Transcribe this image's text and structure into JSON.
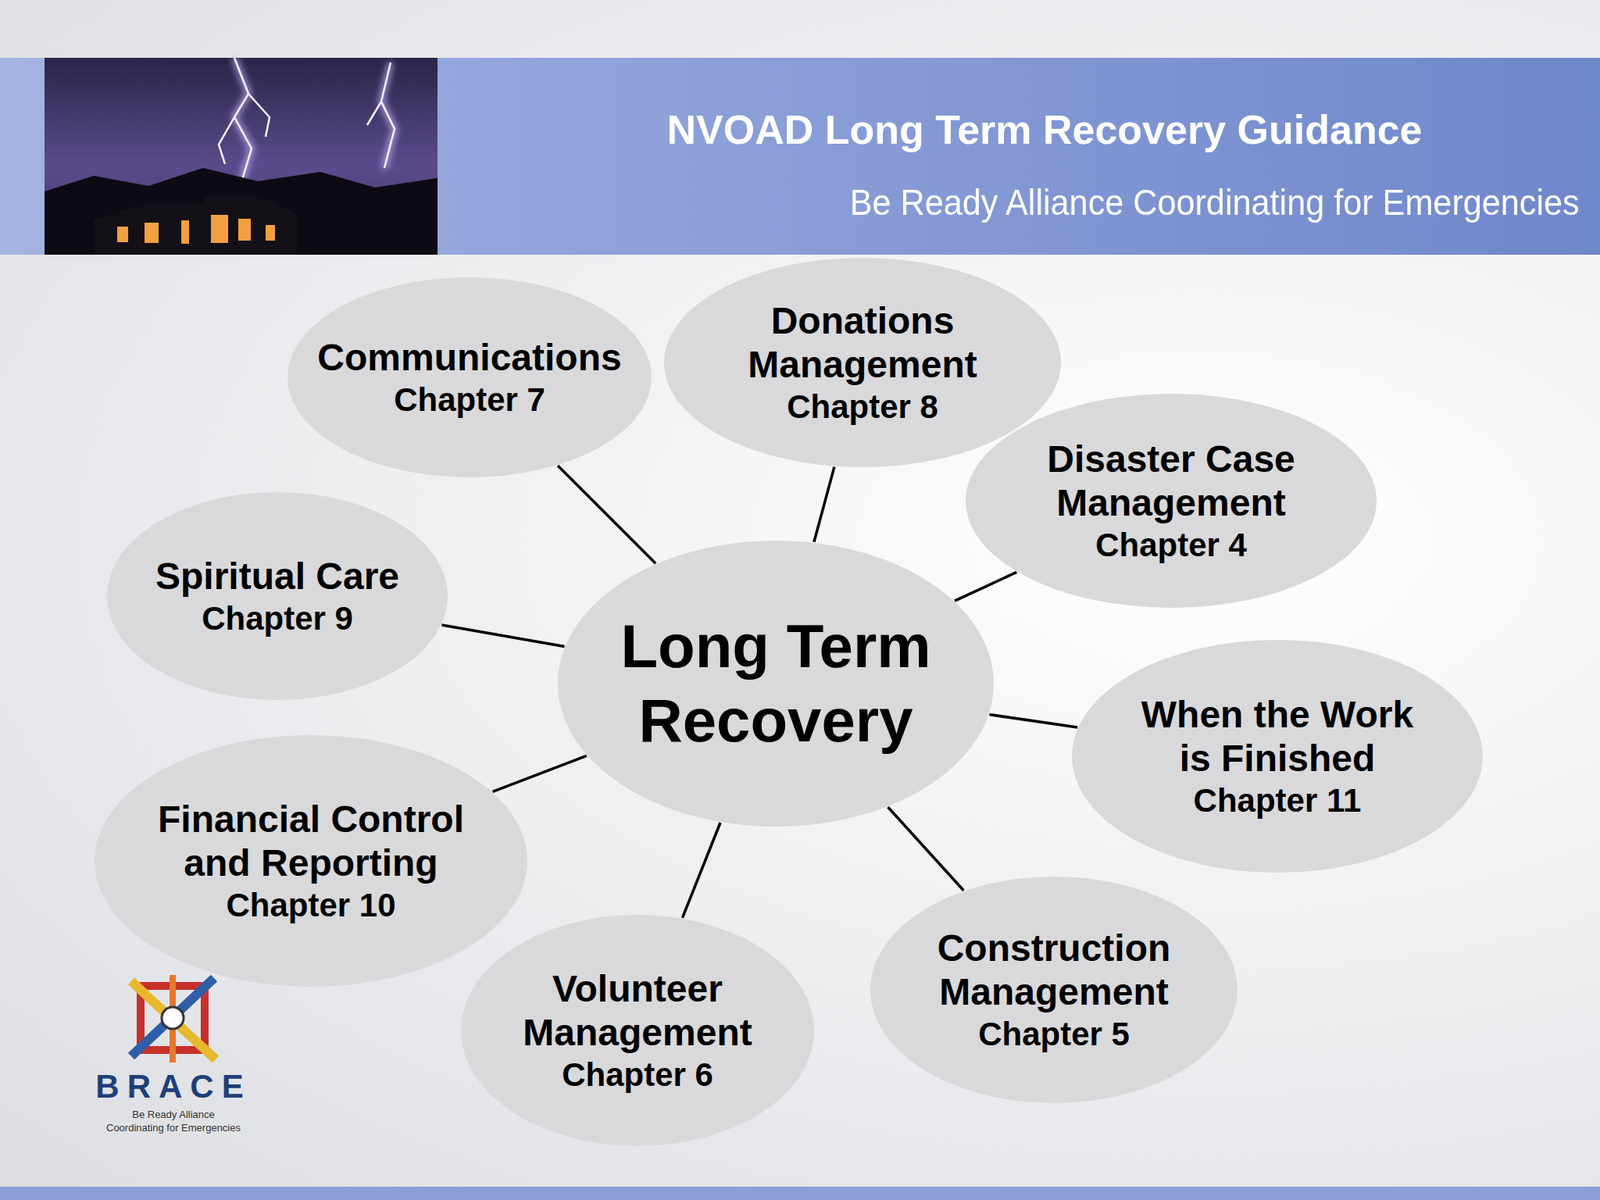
{
  "diagram": {
    "title": "NVOAD Long Term Recovery Guidance",
    "nodes": [
      {
        "text": [
          "Communications",
          "Chapter 7"
        ]
      },
      {
        "text": [
          "Donations Management",
          "Chapter 8"
        ]
      },
      {
        "text": [
          "Disaster Case Management",
          "Chapter 4"
        ]
      },
      {
        "text": [
          "Spiritual Care",
          "Chapter 9"
        ]
      },
      {
        "text": [
          "Long Term Recovery"
        ]
      },
      {
        "text": [
          "When the Work is Finished",
          "Chapter 11"
        ]
      },
      {
        "text": [
          "Financial Control and Reporting",
          "Chapter 10"
        ]
      },
      {
        "text": [
          "Volunteer Management",
          "Chapter 6"
        ]
      },
      {
        "text": [
          "Construction Management",
          "Chapter 5"
        ]
      }
    ],
    "edges": [
      {
        "from": 4,
        "to": 0,
        "arrow": "none"
      },
      {
        "from": 4,
        "to": 1,
        "arrow": "none"
      },
      {
        "from": 4,
        "to": 2,
        "arrow": "none"
      },
      {
        "from": 4,
        "to": 3,
        "arrow": "none"
      },
      {
        "from": 4,
        "to": 5,
        "arrow": "none"
      },
      {
        "from": 4,
        "to": 6,
        "arrow": "none"
      },
      {
        "from": 4,
        "to": 7,
        "arrow": "none"
      },
      {
        "from": 4,
        "to": 8,
        "arrow": "none"
      }
    ],
    "labels": [
      "Be Ready Alliance Coordinating for Emergencies",
      "BRACE",
      "Be Ready Alliance",
      "Coordinating for Emergencies"
    ]
  }
}
